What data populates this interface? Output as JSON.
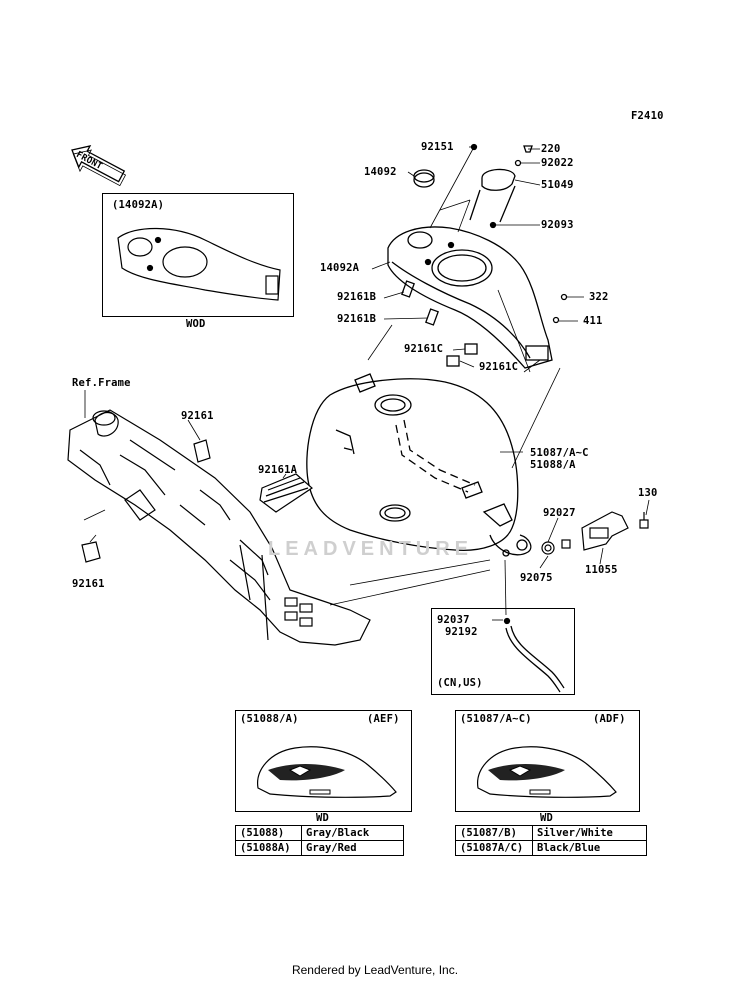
{
  "figure_code": "F2410",
  "front_arrow_label": "FRONT",
  "watermark_text": "LEADVENTURE",
  "footer_text": "Rendered by LeadVenture, Inc.",
  "insets": {
    "wod_box": {
      "code": "(14092A)",
      "caption": "WOD"
    },
    "cn_us_box": {
      "caption": "(CN,US)"
    }
  },
  "callouts": {
    "p220": "220",
    "p92151": "92151",
    "p92022": "92022",
    "p14092": "14092",
    "p51049": "51049",
    "p92093": "92093",
    "p14092A": "14092A",
    "p92161B_1": "92161B",
    "p92161B_2": "92161B",
    "p322": "322",
    "p411": "411",
    "p92161C_1": "92161C",
    "p92161C_2": "92161C",
    "ref_frame": "Ref.Frame",
    "p92161_top": "92161",
    "p92161A": "92161A",
    "p51087": "51087/A~C",
    "p51088": "51088/A",
    "p130": "130",
    "p92027": "92027",
    "p11055": "11055",
    "p92075": "92075",
    "p92161_bottom": "92161",
    "p92037": "92037",
    "p92192": "92192"
  },
  "variants": [
    {
      "code": "(51088/A)",
      "region": "(AEF)",
      "caption": "WD",
      "rows": [
        {
          "part": "(51088)",
          "color": "Gray/Black"
        },
        {
          "part": "(51088A)",
          "color": "Gray/Red"
        }
      ]
    },
    {
      "code": "(51087/A~C)",
      "region": "(ADF)",
      "caption": "WD",
      "rows": [
        {
          "part": "(51087/B)",
          "color": "Silver/White"
        },
        {
          "part": "(51087A/C)",
          "color": "Black/Blue"
        }
      ]
    }
  ]
}
